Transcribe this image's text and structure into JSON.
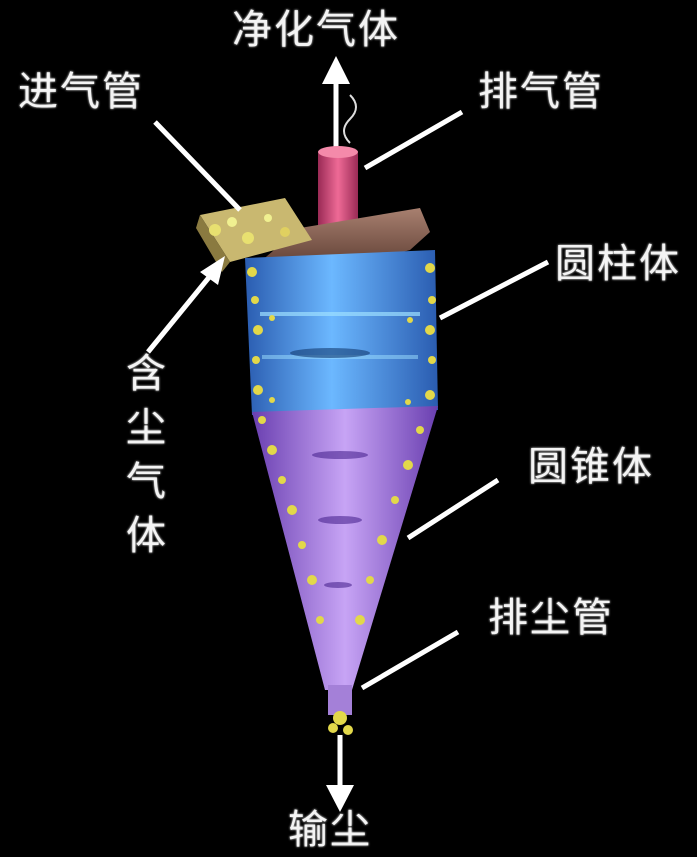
{
  "labels": {
    "clean_gas": "净化气体",
    "inlet_pipe": "进气管",
    "exhaust_pipe": "排气管",
    "cylinder": "圆柱体",
    "cone": "圆锥体",
    "dust_pipe": "排尘管",
    "dust_laden_gas": "含尘气体",
    "dust_out": "输尘"
  },
  "colors": {
    "background": "#000000",
    "exhaust_pipe": "#d24a78",
    "cylinder": "#4a8fe0",
    "cone": "#a57be0",
    "rim": "#d8d040",
    "lid": "#7a5a4a",
    "arrows": "#ffffff"
  }
}
